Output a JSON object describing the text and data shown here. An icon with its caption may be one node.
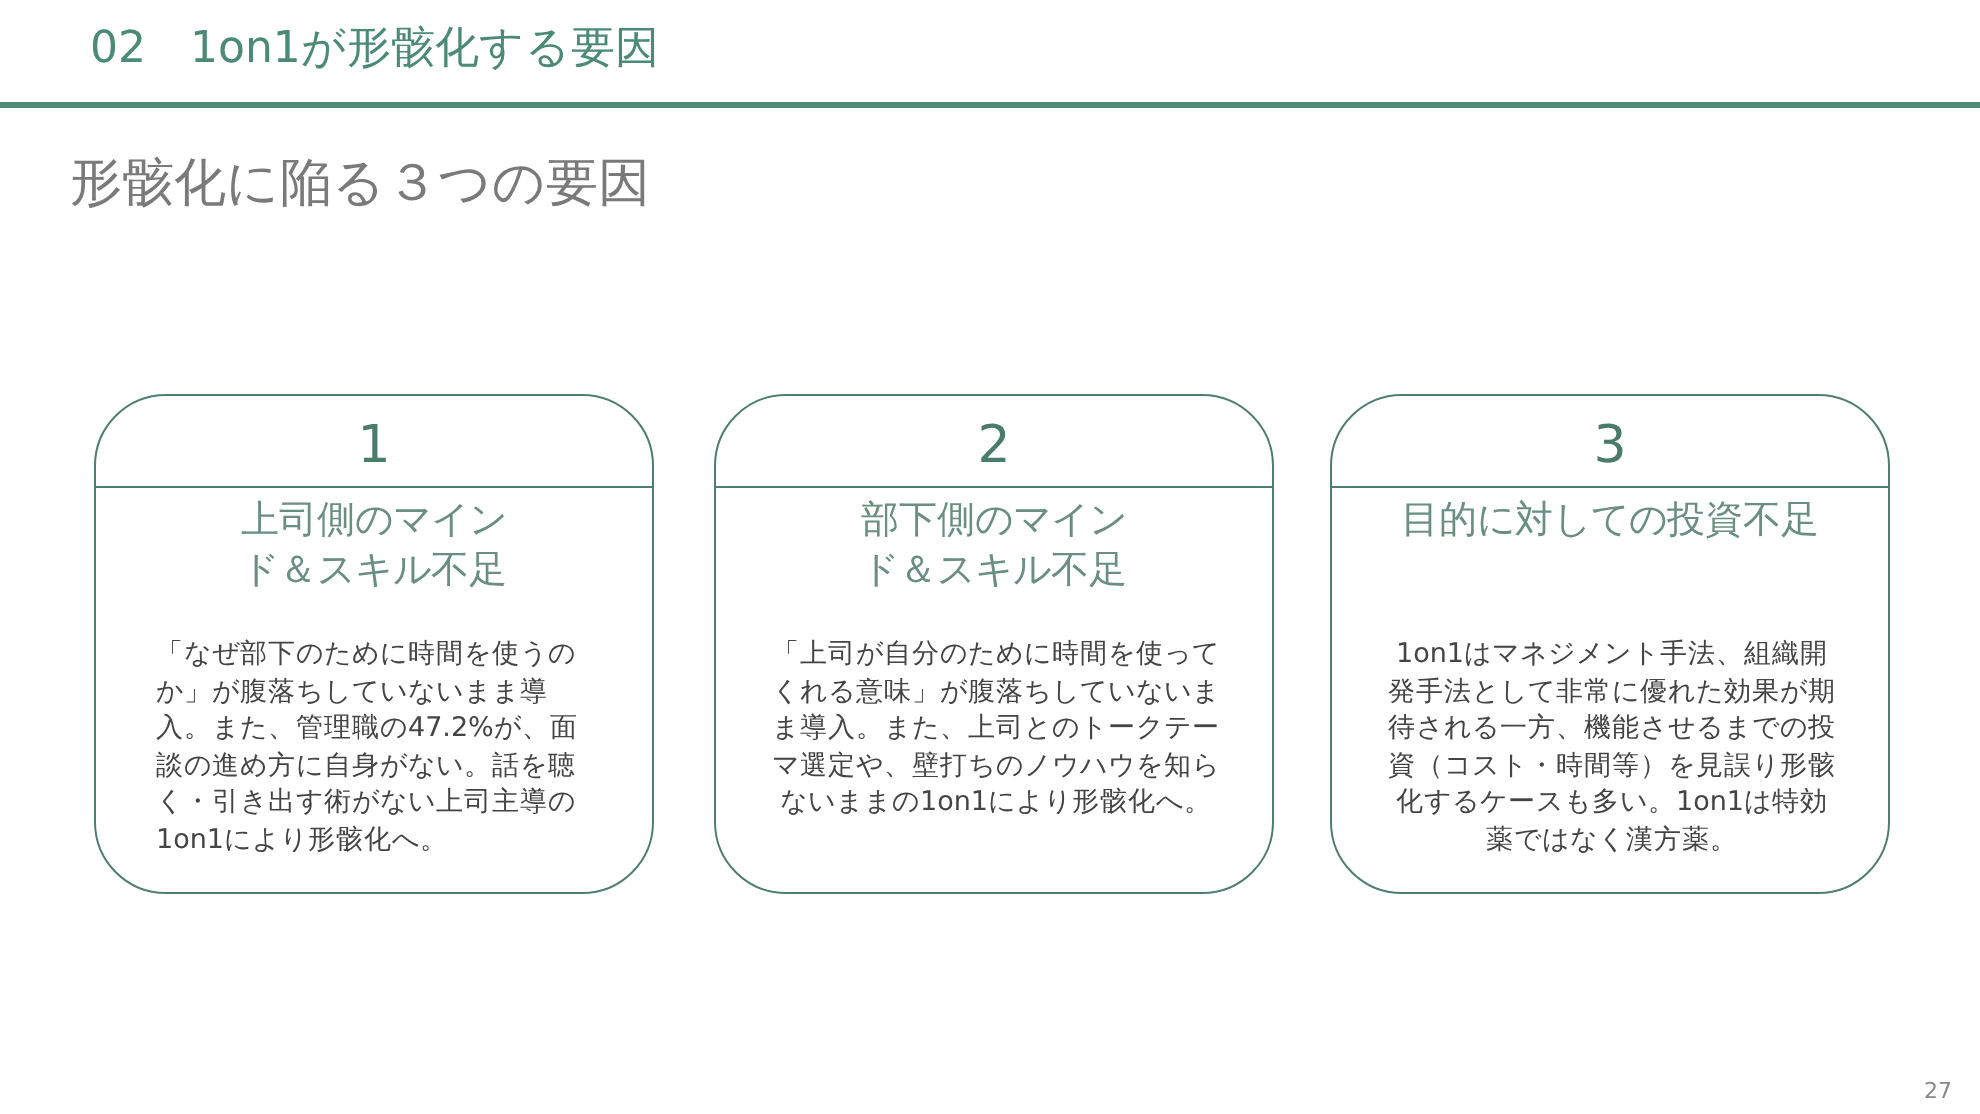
{
  "diagram": {
    "title": "02　1on1が形骸化する要因",
    "nodes": [
      {
        "text": [
          "1",
          "上司側のマインド＆スキル不足",
          "「なぜ部下のために時間を使うのか」が腹落ちしていないまま導入。また、管理職の47.2%が、面談の進め方に自身がない。話を聴く・引き出す術がない上司主導の1on1により形骸化へ。"
        ]
      },
      {
        "text": [
          "2",
          "部下側のマインド＆スキル不足",
          "「上司が自分のために時間を使ってくれる意味」が腹落ちしていないまま導入。また、上司とのトークテーマ選定や、壁打ちのノウハウを知らないままの1on1により形骸化へ。"
        ]
      },
      {
        "text": [
          "3",
          "目的に対しての投資不足",
          "1on1はマネジメント手法、組織開発手法として非常に優れた効果が期待される一方、機能させるまでの投資（コスト・時間等）を見誤り形骸化するケースも多い。1on1は特効薬ではなく漢方薬。"
        ]
      }
    ],
    "labels": [
      "形骸化に陥る３つの要因",
      "27"
    ]
  }
}
